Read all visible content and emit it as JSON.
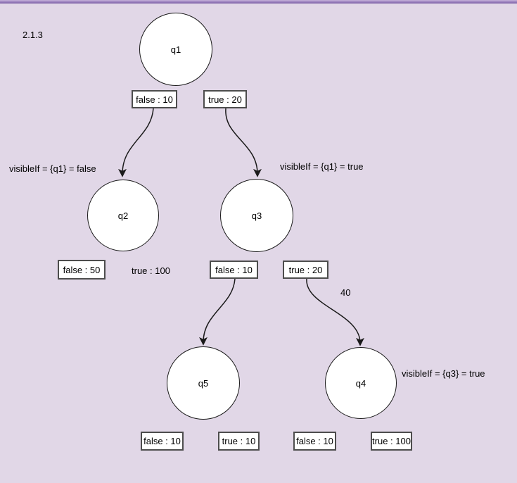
{
  "colors": {
    "background": "#e1d7e7",
    "topbar_light": "#c7b3da",
    "topbar_mid": "#a189c3",
    "topbar_dark": "#7b5da5",
    "shape_fill": "#ffffff",
    "shape_stroke": "#1a1a1a",
    "box_border": "#4d4d4d",
    "text": "#000000"
  },
  "diagram": {
    "version_label": "2.1.3",
    "nodes": [
      {
        "id": "q1",
        "label": "q1"
      },
      {
        "id": "q2",
        "label": "q2"
      },
      {
        "id": "q3",
        "label": "q3"
      },
      {
        "id": "q5",
        "label": "q5"
      },
      {
        "id": "q4",
        "label": "q4"
      }
    ],
    "edge_value_boxes": [
      {
        "label": "false : 10",
        "parent": "q1"
      },
      {
        "label": "true : 20",
        "parent": "q1"
      },
      {
        "label": "false : 50",
        "parent": "q2"
      },
      {
        "label": "false : 10",
        "parent": "q3"
      },
      {
        "label": "true : 20",
        "parent": "q3"
      },
      {
        "label": "false : 10",
        "parent": "q5"
      },
      {
        "label": "true : 10",
        "parent": "q5"
      },
      {
        "label": "false : 10",
        "parent": "q4"
      },
      {
        "label": "true : 100",
        "parent": "q4"
      }
    ],
    "plain_value_labels": [
      {
        "label": "true : 100",
        "parent": "q2"
      },
      {
        "label": "40",
        "parent": "q3"
      }
    ],
    "annotations": [
      {
        "label": "visibleIf = {q1} = false"
      },
      {
        "label": "visibleIf = {q1} = true"
      },
      {
        "label": "visibleIf = {q3} = true"
      }
    ]
  }
}
